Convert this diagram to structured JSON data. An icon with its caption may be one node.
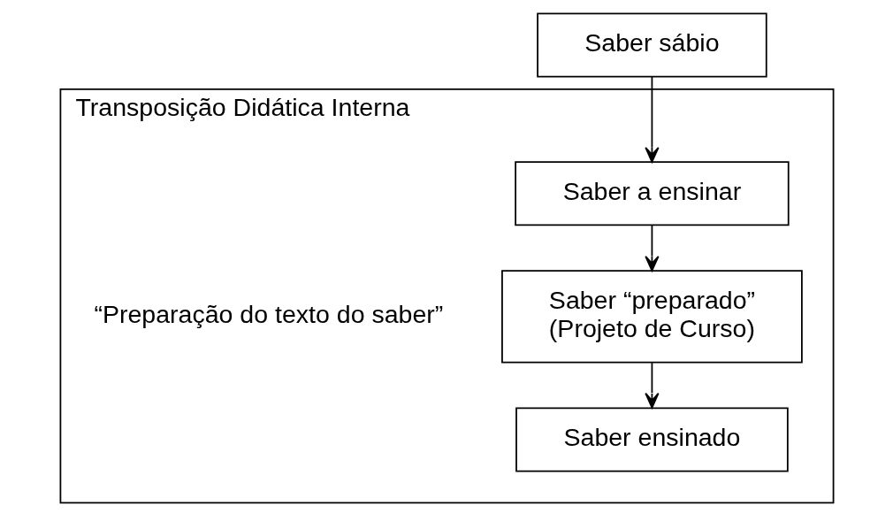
{
  "diagram": {
    "nodes": [
      {
        "text": [
          "Saber sábio"
        ]
      },
      {
        "text": [
          "Transposição Didática Interna"
        ]
      },
      {
        "text": [
          "Saber a ensinar"
        ],
        "in": 1
      },
      {
        "text": [
          "Saber “preparado”",
          "(Projeto de Curso)"
        ],
        "in": 1
      },
      {
        "text": [
          "Saber ensinado"
        ],
        "in": 1
      }
    ],
    "edges": [
      {
        "from": 0,
        "to": 2,
        "arrow": "to"
      },
      {
        "from": 2,
        "to": 3,
        "arrow": "to"
      },
      {
        "from": 3,
        "to": 4,
        "arrow": "to"
      }
    ],
    "labels": [
      "“Preparação do texto do saber”"
    ]
  }
}
